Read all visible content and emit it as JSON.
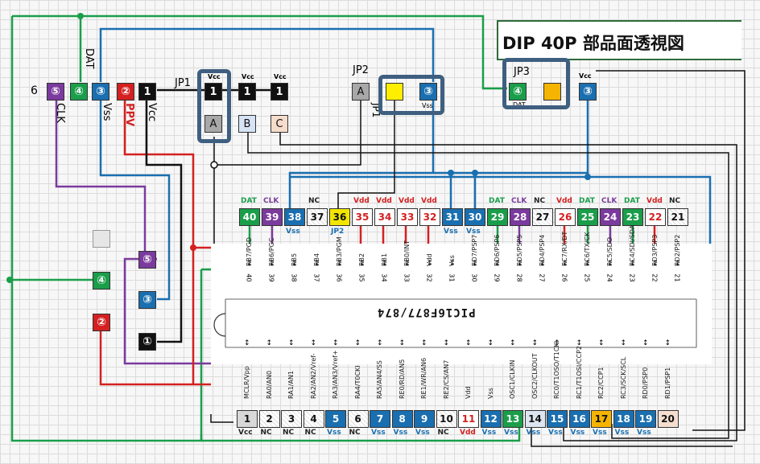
{
  "title": "DIP 40P 部品面透視図",
  "chip_name": "PIC16F877/874",
  "connector": {
    "pins": [
      "⑤",
      "④",
      "③",
      "②",
      "1"
    ],
    "six": "6"
  },
  "connector_labels": {
    "clk": "CLK",
    "dat": "DAT",
    "vss": "Vss",
    "ppv": "PPV",
    "vcc": "Vcc"
  },
  "jp1": {
    "label": "JP1",
    "vcc": [
      "Vcc",
      "Vcc",
      "Vcc"
    ],
    "ones": [
      "1",
      "1",
      "1"
    ],
    "abc": [
      "A",
      "B",
      "C"
    ]
  },
  "jp2": {
    "label": "JP2",
    "a": "A",
    "jp1_vertical": "JP1",
    "pin3": "③",
    "vss": "Vss"
  },
  "jp3": {
    "label": "JP3",
    "pin4": "④",
    "pin3": "③",
    "dat": "DAT",
    "vcc": "Vcc"
  },
  "left_pins": {
    "p5": "⑤",
    "p4": "④",
    "p3": "③",
    "p2": "②",
    "p1": "①"
  },
  "top_pins": [
    {
      "n": "40",
      "tag": "DAT",
      "sub": "",
      "sig": "RB7/PGD",
      "color": "#1a9e4a"
    },
    {
      "n": "39",
      "tag": "CLK",
      "sub": "",
      "sig": "RB6/PGC",
      "color": "#7b3a9e"
    },
    {
      "n": "38",
      "tag": "",
      "sub": "Vss",
      "sig": "RB5",
      "color": "#1a6fb0"
    },
    {
      "n": "37",
      "tag": "NC",
      "sub": "",
      "sig": "RB4",
      "color": "#ffffff"
    },
    {
      "n": "36",
      "tag": "",
      "sub": "JP2",
      "sig": "RB3/PGM",
      "color": "#f2e600"
    },
    {
      "n": "35",
      "tag": "Vdd",
      "sub": "",
      "sig": "RB2",
      "color": "#ffffff"
    },
    {
      "n": "34",
      "tag": "Vdd",
      "sub": "",
      "sig": "RB1",
      "color": "#ffffff"
    },
    {
      "n": "33",
      "tag": "Vdd",
      "sub": "",
      "sig": "RB0/INT",
      "color": "#ffffff"
    },
    {
      "n": "32",
      "tag": "Vdd",
      "sub": "",
      "sig": "Vdd",
      "color": "#ffffff"
    },
    {
      "n": "31",
      "tag": "",
      "sub": "Vss",
      "sig": "Vss",
      "color": "#1a6fb0"
    },
    {
      "n": "30",
      "tag": "",
      "sub": "Vss",
      "sig": "RD7/PSP7",
      "color": "#1a6fb0"
    },
    {
      "n": "29",
      "tag": "DAT",
      "sub": "",
      "sig": "RD6/PSP6",
      "color": "#1a9e4a"
    },
    {
      "n": "28",
      "tag": "CLK",
      "sub": "",
      "sig": "RD5/PSP5",
      "color": "#7b3a9e"
    },
    {
      "n": "27",
      "tag": "NC",
      "sub": "",
      "sig": "RD4/PSP4",
      "color": "#ffffff"
    },
    {
      "n": "26",
      "tag": "Vdd",
      "sub": "",
      "sig": "RC7/RX/DT",
      "color": "#ffffff"
    },
    {
      "n": "25",
      "tag": "DAT",
      "sub": "",
      "sig": "RC6/TX/CK",
      "color": "#1a9e4a"
    },
    {
      "n": "24",
      "tag": "CLK",
      "sub": "",
      "sig": "RC5/SDO",
      "color": "#7b3a9e"
    },
    {
      "n": "23",
      "tag": "DAT",
      "sub": "",
      "sig": "RC4/SDI/SDA",
      "color": "#1a9e4a"
    },
    {
      "n": "22",
      "tag": "Vdd",
      "sub": "",
      "sig": "RD3/PSP3",
      "color": "#ffffff"
    },
    {
      "n": "21",
      "tag": "NC",
      "sub": "",
      "sig": "RD2/PSP2",
      "color": "#ffffff"
    }
  ],
  "bottom_pins": [
    {
      "n": "1",
      "sub": "Vcc",
      "sig": "MCLR/Vpp",
      "color": "#d8d8d8"
    },
    {
      "n": "2",
      "sub": "NC",
      "sig": "RA0/AN0",
      "color": "#ffffff"
    },
    {
      "n": "3",
      "sub": "NC",
      "sig": "RA1/AN1",
      "color": "#ffffff"
    },
    {
      "n": "4",
      "sub": "NC",
      "sig": "RA2/AN2/Vref-",
      "color": "#ffffff"
    },
    {
      "n": "5",
      "sub": "Vss",
      "sig": "RA3/AN3/Vref+",
      "color": "#1a6fb0"
    },
    {
      "n": "6",
      "sub": "NC",
      "sig": "RA4/T0CKI",
      "color": "#ffffff"
    },
    {
      "n": "7",
      "sub": "Vss",
      "sig": "RA5/AN4/SS",
      "color": "#1a6fb0"
    },
    {
      "n": "8",
      "sub": "Vss",
      "sig": "RE0/RD/AN5",
      "color": "#1a6fb0"
    },
    {
      "n": "9",
      "sub": "Vss",
      "sig": "RE1/WR/AN6",
      "color": "#1a6fb0"
    },
    {
      "n": "10",
      "sub": "NC",
      "sig": "RE2/CS/AN7",
      "color": "#ffffff"
    },
    {
      "n": "11",
      "sub": "Vdd",
      "sig": "Vdd",
      "color": "#ffffff"
    },
    {
      "n": "12",
      "sub": "Vss",
      "sig": "Vss",
      "color": "#1a6fb0"
    },
    {
      "n": "13",
      "sub": "Vss",
      "sig": "OSC1/CLKIN",
      "color": "#1a9e4a"
    },
    {
      "n": "14",
      "sub": "Vss",
      "sig": "OSC2/CLKOUT",
      "color": "#dde6f0"
    },
    {
      "n": "15",
      "sub": "Vss",
      "sig": "RC0/T1OSO/T1CKI",
      "color": "#1a6fb0"
    },
    {
      "n": "16",
      "sub": "Vss",
      "sig": "RC1/T1OSI/CCP2",
      "color": "#1a6fb0"
    },
    {
      "n": "17",
      "sub": "Vss",
      "sig": "RC2/CCP1",
      "color": "#f5b400"
    },
    {
      "n": "18",
      "sub": "Vss",
      "sig": "RC3/SCK/SCL",
      "color": "#1a6fb0"
    },
    {
      "n": "19",
      "sub": "Vss",
      "sig": "RD0/PSP0",
      "color": "#1a6fb0"
    },
    {
      "n": "20",
      "sub": "",
      "sig": "RD1/PSP1",
      "color": "#f3ded0"
    }
  ],
  "colors": {
    "green": "#1a9e4a",
    "purple": "#7b3a9e",
    "blue": "#1a6fb0",
    "red": "#d42020",
    "black": "#111111",
    "yellow": "#ffee00",
    "orange": "#f5b400",
    "frame": "#3f5f80"
  }
}
